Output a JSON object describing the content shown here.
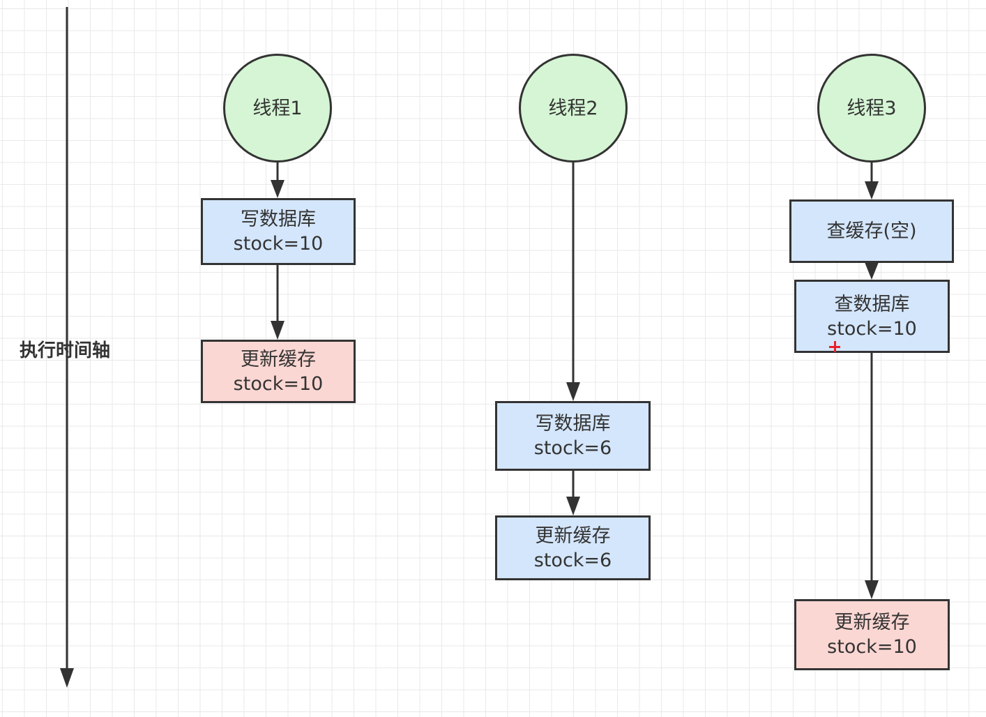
{
  "axis": {
    "label": "执行时间轴"
  },
  "threads": [
    {
      "title": "线程1",
      "steps": [
        {
          "line1": "写数据库",
          "line2": "stock=10",
          "color": "#d4e6fb"
        },
        {
          "line1": "更新缓存",
          "line2": "stock=10",
          "color": "#fbd7d3"
        }
      ]
    },
    {
      "title": "线程2",
      "steps": [
        {
          "line1": "写数据库",
          "line2": "stock=6",
          "color": "#d4e6fb"
        },
        {
          "line1": "更新缓存",
          "line2": "stock=6",
          "color": "#d4e6fb"
        }
      ]
    },
    {
      "title": "线程3",
      "steps": [
        {
          "line1": "查缓存(空)",
          "color": "#d4e6fb"
        },
        {
          "line1": "查数据库",
          "line2": "stock=10",
          "color": "#d4e6fb"
        },
        {
          "line1": "更新缓存",
          "line2": "stock=10",
          "color": "#fbd7d3"
        }
      ]
    }
  ],
  "colors": {
    "thread_fill": "#d5f5d4",
    "db_fill": "#d4e6fb",
    "cache_conflict_fill": "#fbd7d3",
    "stroke": "#333333"
  }
}
